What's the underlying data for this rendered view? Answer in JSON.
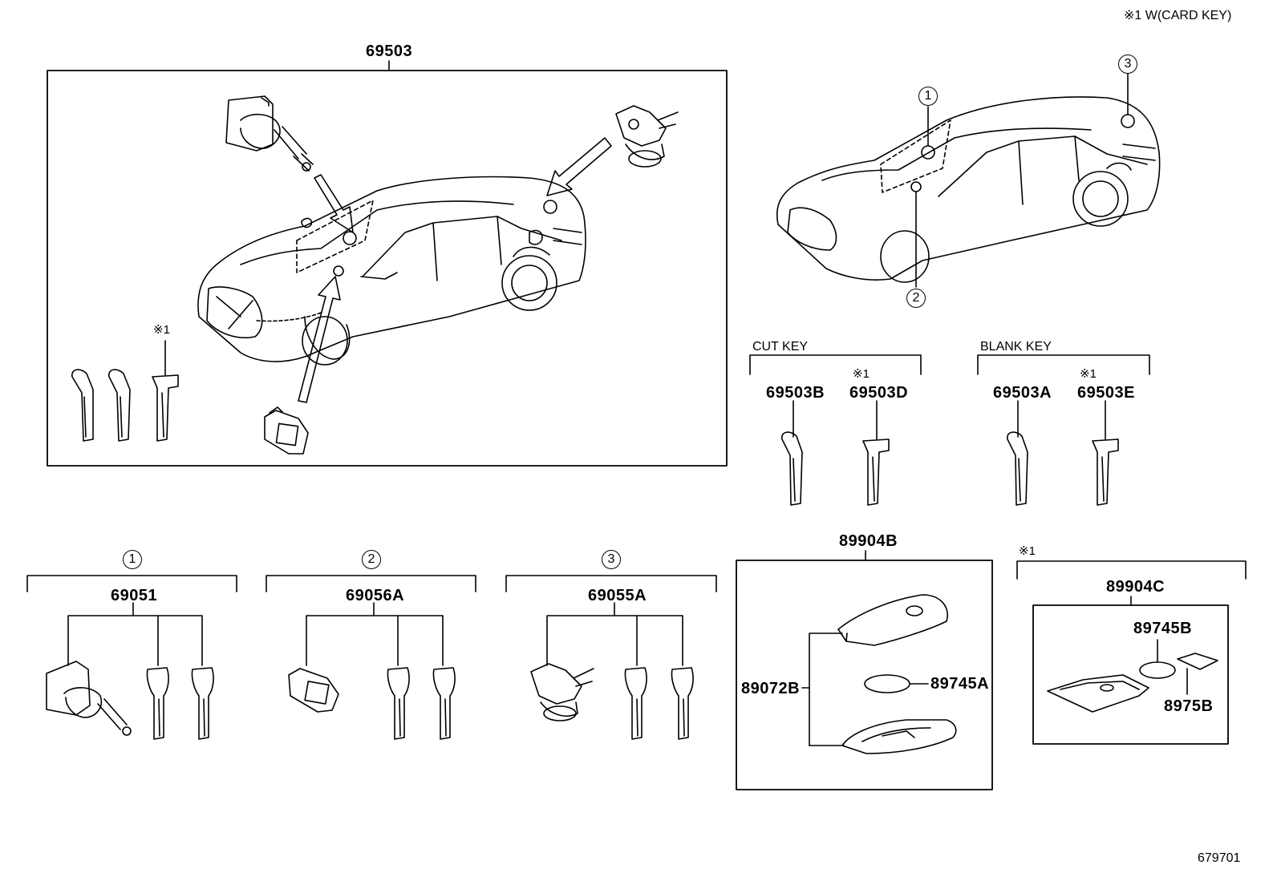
{
  "note_top": "※1  W(CARD KEY)",
  "main_assembly": {
    "part": "69503"
  },
  "mark_star": "※1",
  "circle_refs": [
    "1",
    "2",
    "3"
  ],
  "cut_key": {
    "title": "CUT KEY",
    "part_a": "69503B",
    "part_b": "69503D",
    "mark": "※1"
  },
  "blank_key": {
    "title": "BLANK KEY",
    "part_a": "69503A",
    "part_b": "69503E",
    "mark": "※1"
  },
  "lock_sets": [
    {
      "ref": "1",
      "part": "69051"
    },
    {
      "ref": "2",
      "part": "69056A"
    },
    {
      "ref": "3",
      "part": "69055A"
    }
  ],
  "transmitter": {
    "part": "89904B",
    "case": "89072B",
    "battery": "89745A"
  },
  "card_key": {
    "mark": "※1",
    "part": "89904C",
    "battery": "89745B",
    "cover": "8975B"
  },
  "diagram_id": "679701"
}
